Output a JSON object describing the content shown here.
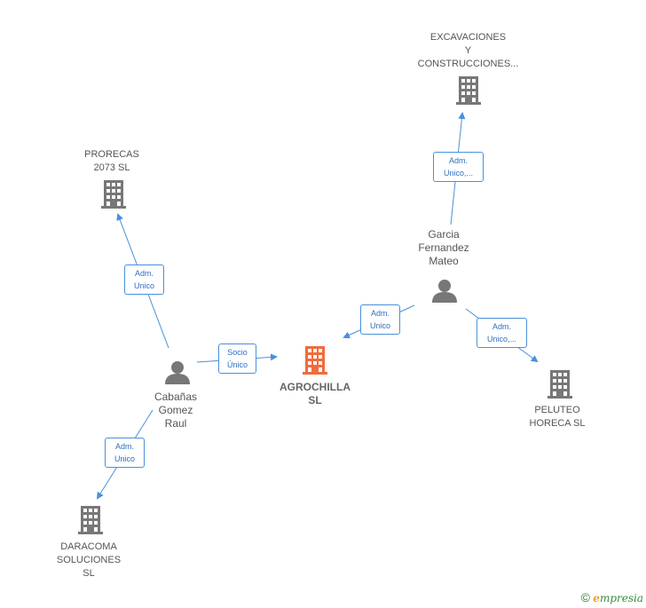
{
  "nodes": {
    "excavaciones": {
      "label": "EXCAVACIONES\nY\nCONSTRUCCIONES..."
    },
    "prorecas": {
      "label": "PRORECAS\n2073 SL"
    },
    "garcia": {
      "label": "Garcia\nFernandez\nMateo"
    },
    "agrochilla": {
      "label": "AGROCHILLA\nSL"
    },
    "cabanas": {
      "label": "Cabañas\nGomez\nRaul"
    },
    "peluteo": {
      "label": "PELUTEO\nHORECA  SL"
    },
    "daracoma": {
      "label": "DARACOMA\nSOLUCIONES\nSL"
    }
  },
  "edges": {
    "garcia_excavaciones": {
      "label": "Adm.\nUnico,..."
    },
    "cabanas_prorecas": {
      "label": "Adm.\nUnico"
    },
    "cabanas_agrochilla": {
      "label": "Socio\nÚnico"
    },
    "garcia_agrochilla": {
      "label": "Adm.\nUnico"
    },
    "garcia_peluteo": {
      "label": "Adm.\nUnico,..."
    },
    "cabanas_daracoma": {
      "label": "Adm.\nUnico"
    }
  },
  "colors": {
    "edge": "#4a90d9",
    "company_icon": "#777777",
    "focus_icon": "#f26b3a",
    "person_icon": "#777777"
  },
  "footer": {
    "copyright": "©",
    "brand_first": "e",
    "brand_rest": "mpresia"
  }
}
